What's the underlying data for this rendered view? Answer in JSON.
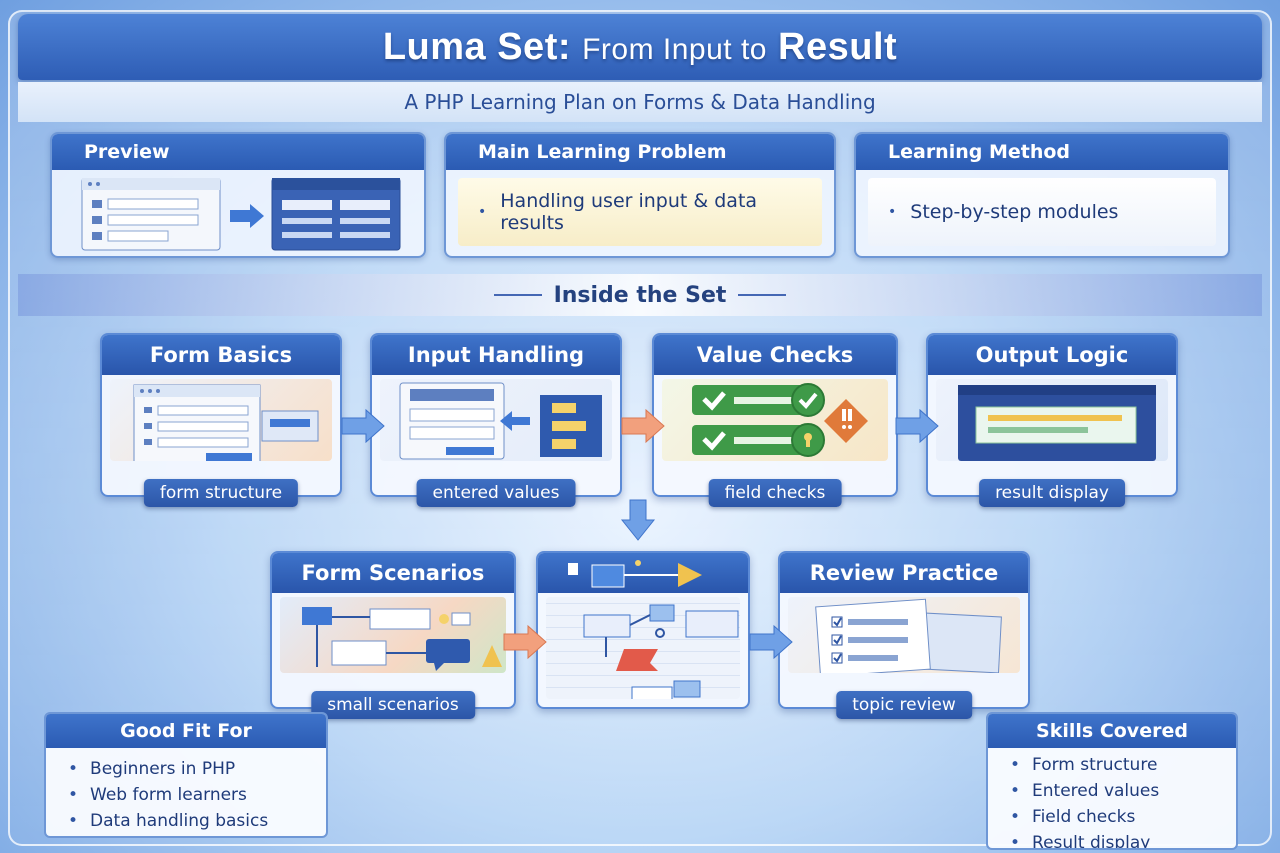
{
  "header": {
    "title_a": "Luma Set:",
    "title_b": "From Input to",
    "title_c": "Result",
    "subtitle": "A PHP Learning Plan on Forms & Data Handling"
  },
  "top_panels": {
    "preview": {
      "title": "Preview"
    },
    "problem": {
      "title": "Main Learning Problem",
      "item": "Handling user input & data results"
    },
    "method": {
      "title": "Learning Method",
      "item": "Step-by-step modules"
    }
  },
  "section": {
    "title": "Inside the Set"
  },
  "modules": [
    {
      "title": "Form Basics",
      "label": "form structure"
    },
    {
      "title": "Input Handling",
      "label": "entered values"
    },
    {
      "title": "Value Checks",
      "label": "field checks"
    },
    {
      "title": "Output Logic",
      "label": "result display"
    },
    {
      "title": "Form Scenarios",
      "label": "small scenarios"
    },
    {
      "title": "Review Practice",
      "label": "topic review"
    }
  ],
  "good_fit": {
    "title": "Good Fit For",
    "items": [
      "Beginners in PHP",
      "Web form learners",
      "Data handling basics"
    ]
  },
  "skills": {
    "title": "Skills Covered",
    "items": [
      "Form structure",
      "Entered values",
      "Field checks",
      "Result display"
    ]
  },
  "colors": {
    "header_blue": "#2e5db5",
    "accent_orange": "#f0a35a",
    "check_green": "#3f9a48",
    "alert_orange": "#e07a3a"
  }
}
